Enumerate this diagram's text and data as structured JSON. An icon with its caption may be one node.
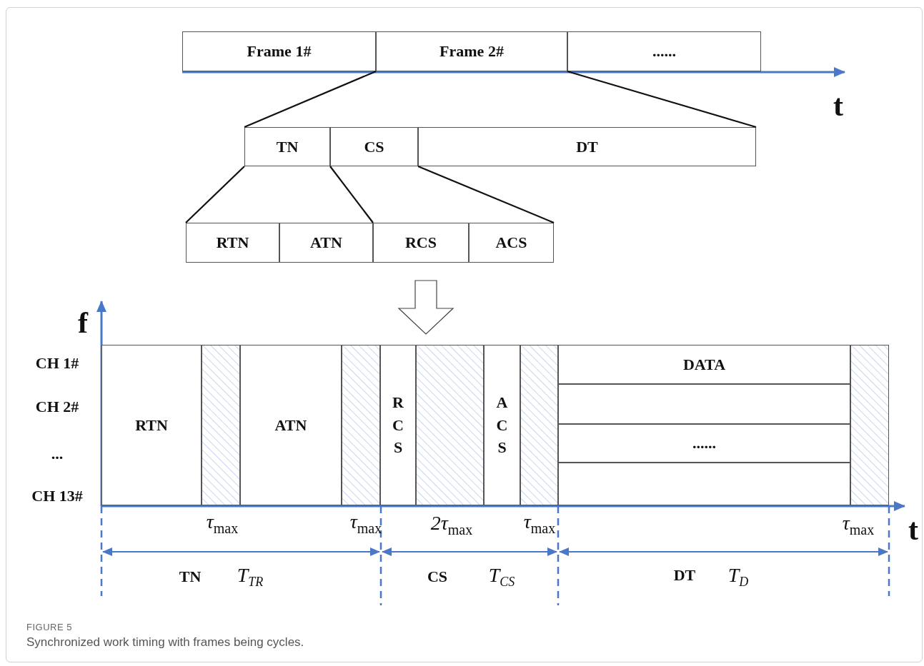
{
  "diagram": {
    "caption": "Synchronized work timing with frames being cycles.",
    "nodes": [
      {
        "text": [
          "Frame 1#"
        ]
      },
      {
        "text": [
          "Frame 2#"
        ]
      },
      {
        "text": [
          "......"
        ]
      },
      {
        "text": [
          "TN"
        ]
      },
      {
        "text": [
          "CS"
        ]
      },
      {
        "text": [
          "DT"
        ]
      },
      {
        "text": [
          "RTN"
        ]
      },
      {
        "text": [
          "ATN"
        ]
      },
      {
        "text": [
          "RCS"
        ]
      },
      {
        "text": [
          "ACS"
        ]
      },
      {
        "text": [
          "RTN"
        ]
      },
      {
        "text": [],
        "shape": "box"
      },
      {
        "text": [
          "ATN"
        ]
      },
      {
        "text": [],
        "shape": "box"
      },
      {
        "text": [
          "RCS"
        ]
      },
      {
        "text": [],
        "shape": "box"
      },
      {
        "text": [
          "ACS"
        ]
      },
      {
        "text": [],
        "shape": "box"
      },
      {
        "text": [
          "DATA"
        ]
      },
      {
        "text": [],
        "shape": "box"
      },
      {
        "text": [
          "......"
        ]
      },
      {
        "text": [],
        "shape": "box"
      },
      {
        "text": [],
        "shape": "box"
      }
    ],
    "edges": [
      {
        "from": 1,
        "to": 3,
        "arrow": "none"
      },
      {
        "from": 1,
        "to": 5,
        "arrow": "none"
      },
      {
        "from": 3,
        "to": 6,
        "arrow": "none"
      },
      {
        "from": 3,
        "to": 7,
        "arrow": "none"
      },
      {
        "from": 4,
        "to": 9,
        "arrow": "none"
      },
      {
        "from": 8,
        "to": 15,
        "arrow": "to"
      }
    ],
    "labels": [
      "t",
      "f",
      "CH 1#",
      "CH 2#",
      "...",
      "CH 13#",
      "τ$_{max}$",
      "τ$_{max}$",
      "2τ$_{max}$",
      "τ$_{max}$",
      "τ$_{max}$",
      "t",
      "TN",
      "T$_{TR}$",
      "CS",
      "T$_{CS}$",
      "DT",
      "T$_{D}$",
      "FIGURE 5"
    ]
  }
}
